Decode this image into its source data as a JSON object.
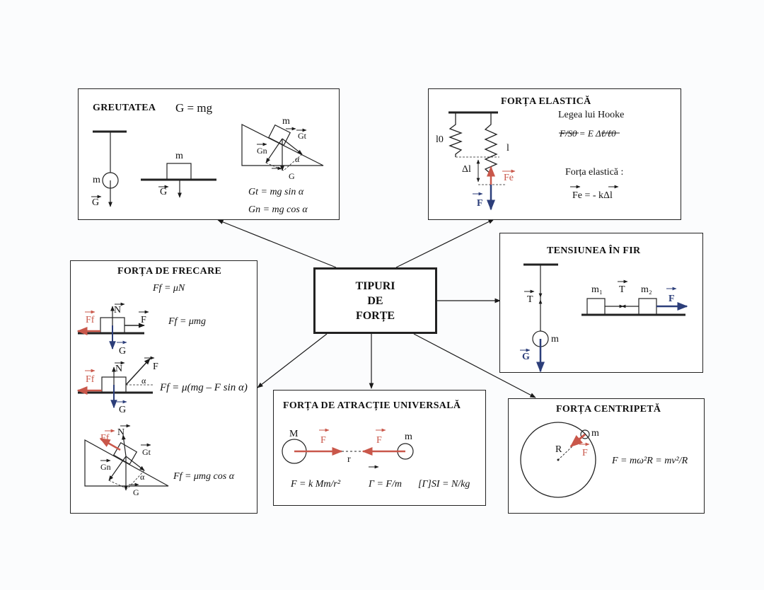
{
  "center": {
    "line1": "TIPURI",
    "line2": "DE",
    "line3": "FORȚE"
  },
  "greutatea": {
    "title": "GREUTATEA",
    "formula": "G = mg",
    "m1": "m",
    "g1": "G",
    "m2": "m",
    "g2": "G",
    "m3": "m",
    "gt": "Gt",
    "gn": "Gn",
    "alpha": "α",
    "g3": "G",
    "eq_t": "Gt = mg sin α",
    "eq_n": "Gn = mg cos α"
  },
  "elastica": {
    "title": "FORȚA ELASTICĂ",
    "hooke": "Legea lui Hooke",
    "hooke_eq": "F/S0 = E Δℓ/ℓ0",
    "l0": "l0",
    "l": "l",
    "dl": "Δl",
    "fe": "Fe",
    "f": "F",
    "label": "Forța elastică :",
    "eq": "Fe = - kΔl"
  },
  "tensiunea": {
    "title": "TENSIUNEA ÎN FIR",
    "t1": "T",
    "m": "m",
    "g": "G",
    "m1": "m₁",
    "t2": "T",
    "m2": "m₂",
    "f": "F"
  },
  "frecare": {
    "title": "FORȚA DE FRECARE",
    "eq1": "Ff = μN",
    "eq2": "Ff = μmg",
    "eq3": "Ff = μ(mg – F sin α)",
    "eq4": "Ff = μmg cos α",
    "n": "N",
    "ff": "Ff",
    "f": "F",
    "g": "G",
    "alpha": "α",
    "gt": "Gt",
    "gn": "Gn"
  },
  "atractie": {
    "title": "FORȚA DE ATRACȚIE UNIVERSALĂ",
    "M": "M",
    "m": "m",
    "f1": "F",
    "f2": "F",
    "r": "r",
    "eq1": "F = k Mm/r²",
    "eq2": "Γ = F/m",
    "eq3": "[Γ]SI = N/kg"
  },
  "centripeta": {
    "title": "FORȚA CENTRIPETĂ",
    "m": "m",
    "R": "R",
    "f": "F",
    "eq": "F = mω²R = mv²/R"
  },
  "colors": {
    "red": "#c9574a",
    "blue": "#2c3e7a",
    "ink": "#1a1a1a"
  }
}
